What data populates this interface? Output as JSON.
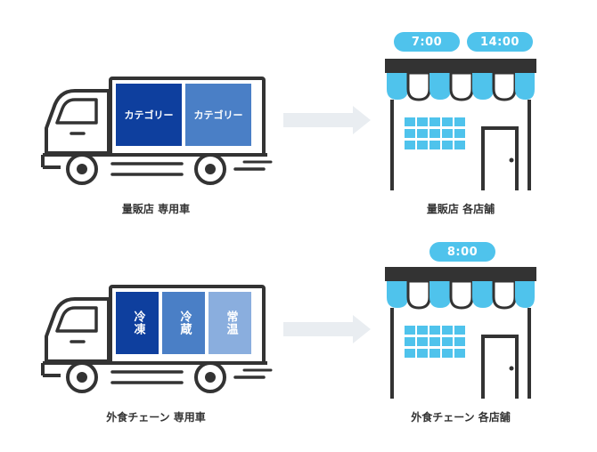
{
  "colors": {
    "dark_navy": "#0b2f7e",
    "blue": "#0e3f9e",
    "mid_blue": "#4a7fc6",
    "light_blue": "#8aaede",
    "cyan": "#4fc3ec",
    "arrow_gray": "#e9edf1",
    "line": "#333333"
  },
  "row1": {
    "truck_cargo": [
      {
        "label": "カテゴリー",
        "color": "#0e3f9e"
      },
      {
        "label": "カテゴリー",
        "color": "#4a7fc6"
      }
    ],
    "truck_caption": "量販店 専用車",
    "store_times": [
      "7:00",
      "14:00"
    ],
    "store_caption": "量販店 各店舗"
  },
  "row2": {
    "truck_cargo": [
      {
        "label": "冷凍",
        "color": "#0e3f9e"
      },
      {
        "label": "冷蔵",
        "color": "#4a7fc6"
      },
      {
        "label": "常温",
        "color": "#8aaede"
      }
    ],
    "truck_caption": "外食チェーン 専用車",
    "store_times": [
      "8:00"
    ],
    "store_caption": "外食チェーン 各店舗"
  }
}
